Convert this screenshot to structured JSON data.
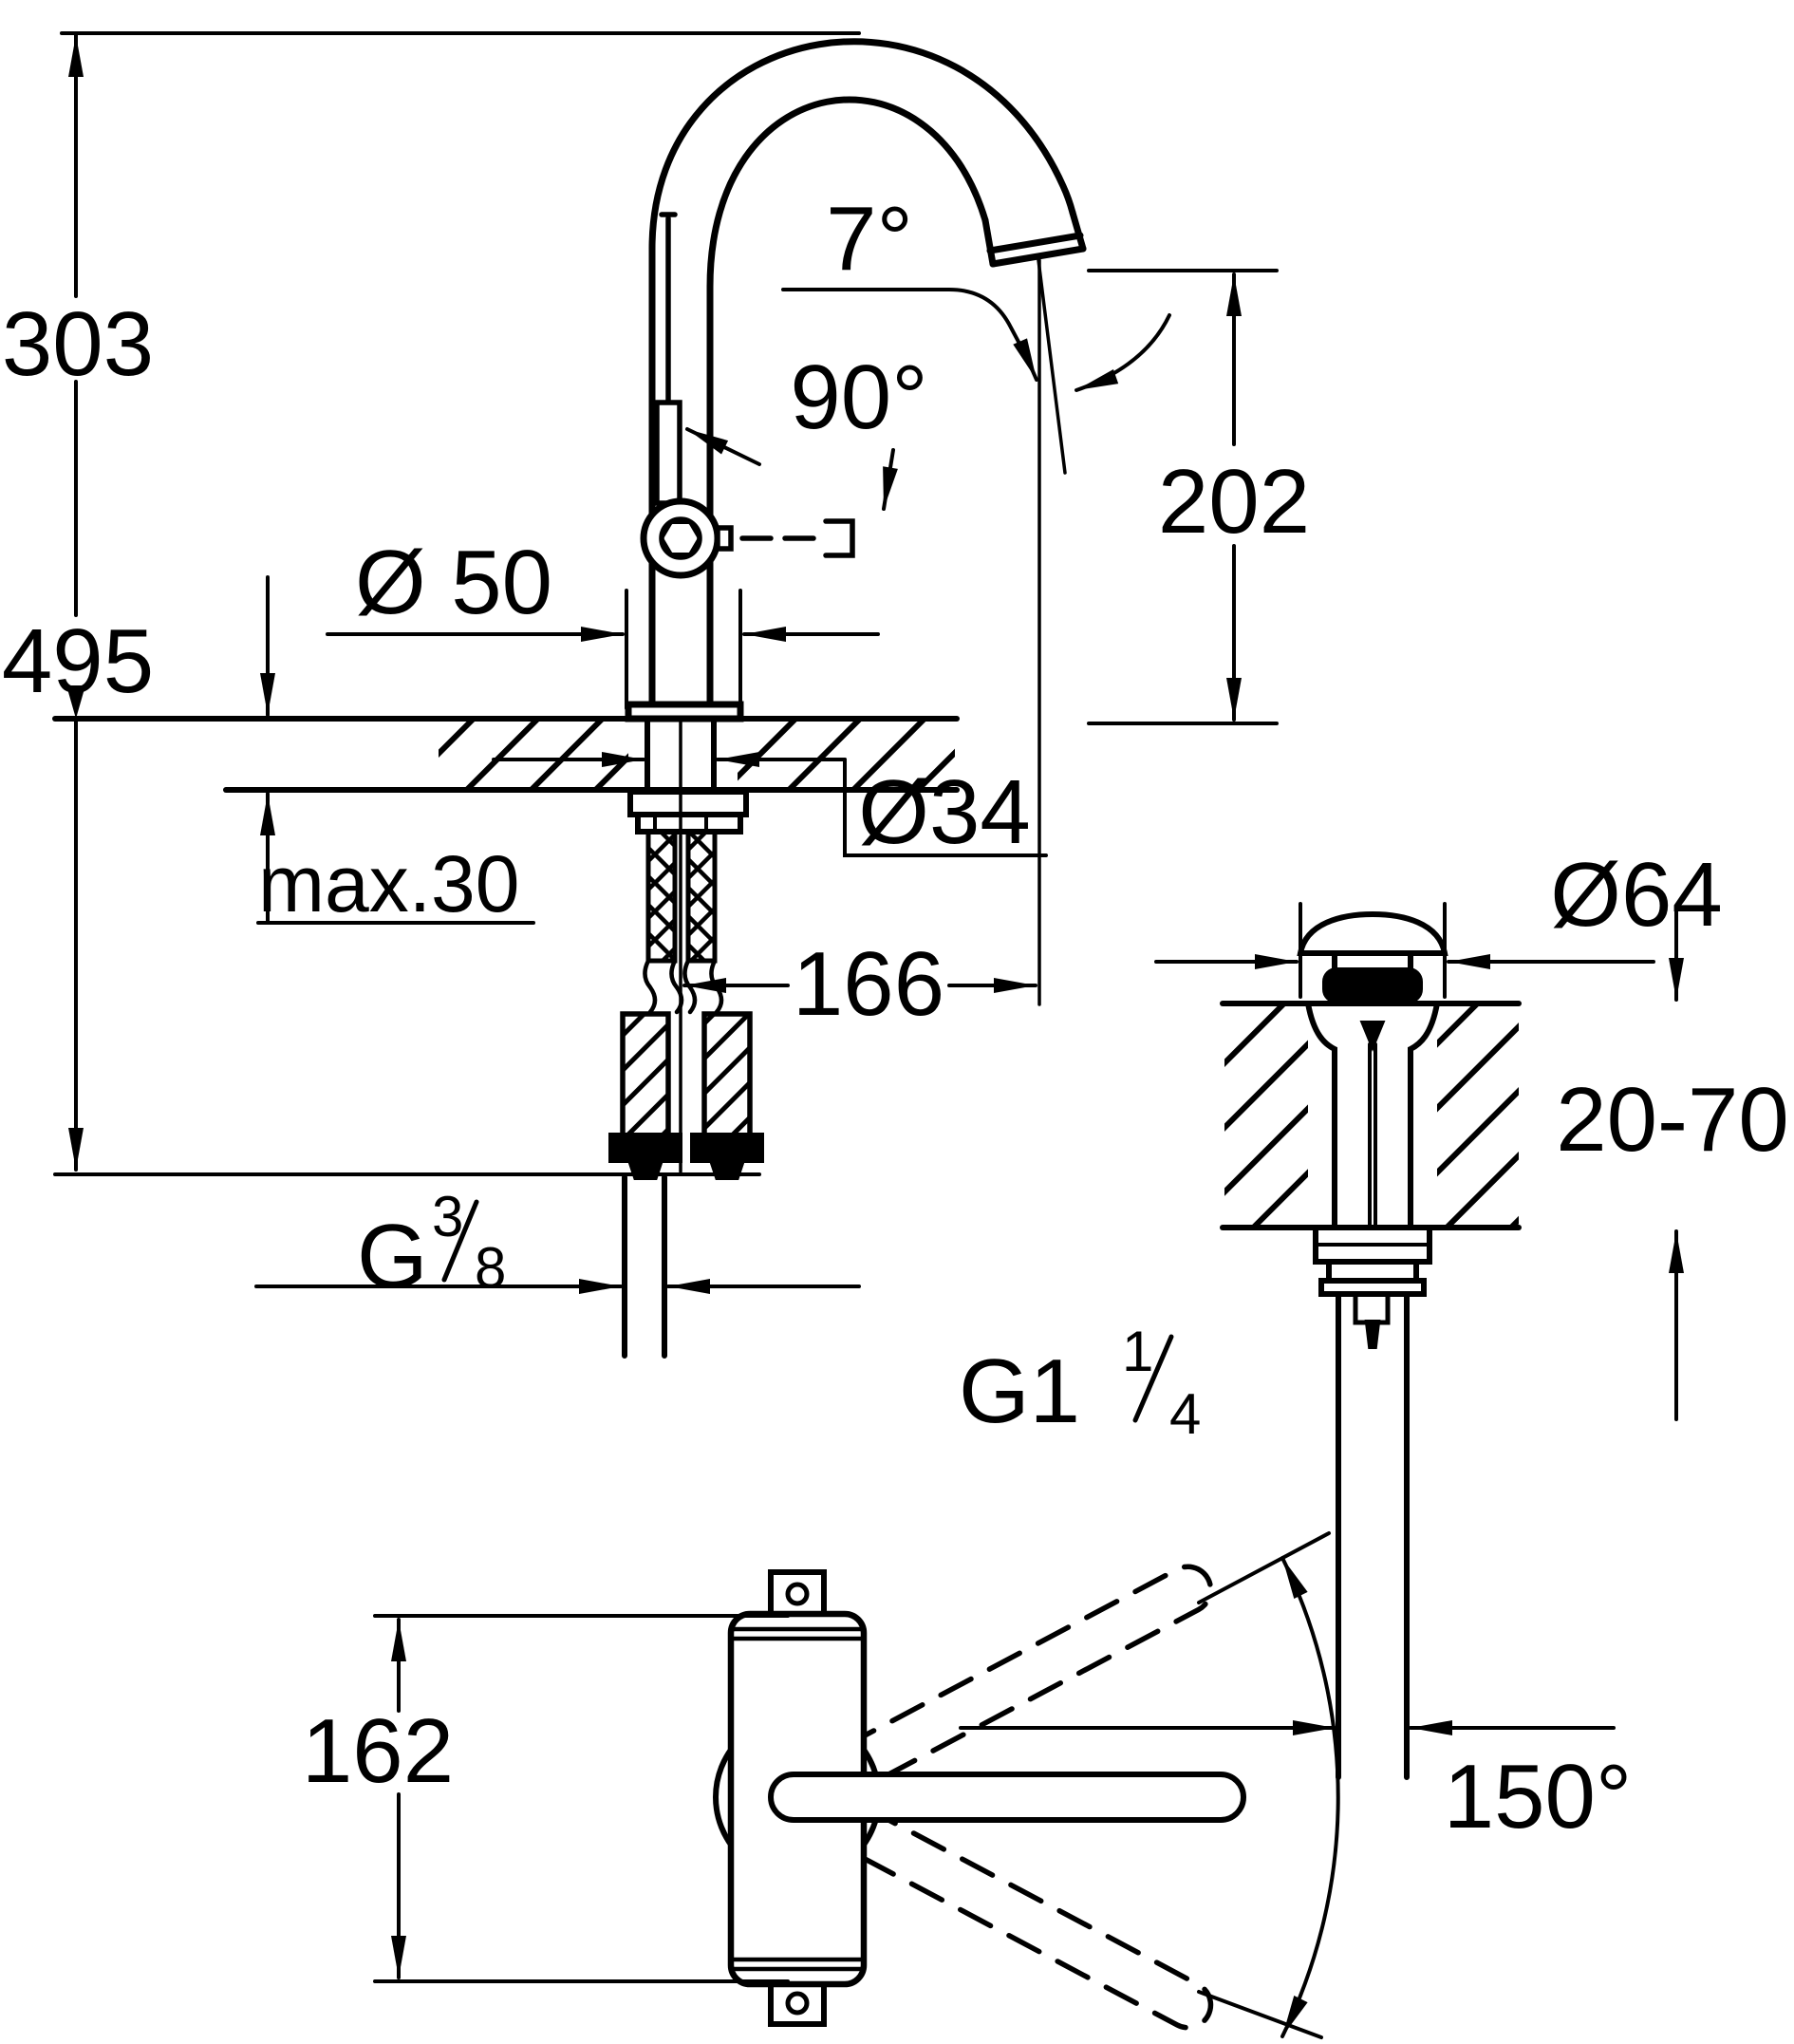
{
  "drawing": {
    "kind": "technical-dimension-drawing",
    "colors": {
      "line": "#000000",
      "background": "#ffffff"
    },
    "main_view": {
      "height_deck_to_spout_top": "303",
      "overall_height": "495",
      "base_diameter": "Ø 50",
      "spout_tilt_angle": "7°",
      "handle_opening_angle": "90°",
      "outlet_height": "202",
      "shank_diameter": "Ø34",
      "max_deck_thickness": "max.30",
      "spout_reach": "166",
      "supply_thread": {
        "prefix": "G",
        "numerator": "3",
        "denominator": "8"
      }
    },
    "drain_view": {
      "plug_diameter": "Ø64",
      "deck_thickness_range": "20-70",
      "drain_thread": {
        "prefix": "G1",
        "numerator": "1",
        "denominator": "4"
      }
    },
    "top_view": {
      "body_length": "162",
      "swivel_angle": "150°"
    }
  }
}
